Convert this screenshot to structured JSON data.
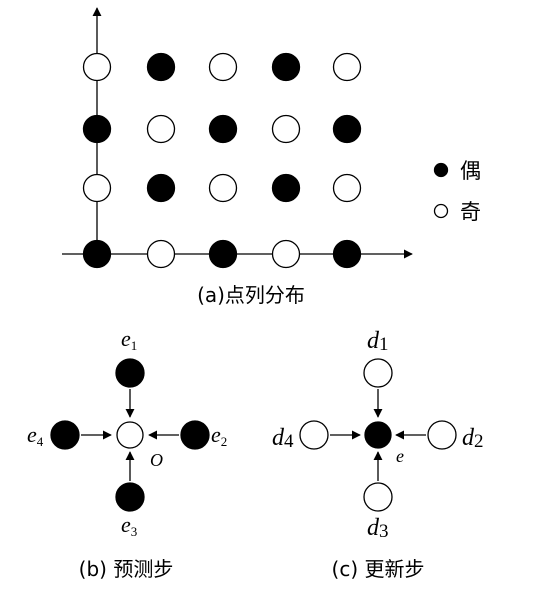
{
  "panel_a": {
    "rows": [
      [
        "odd",
        "even",
        "odd",
        "even",
        "odd"
      ],
      [
        "even",
        "odd",
        "even",
        "odd",
        "even"
      ],
      [
        "odd",
        "even",
        "odd",
        "even",
        "odd"
      ],
      [
        "even",
        "odd",
        "even",
        "odd",
        "even"
      ]
    ],
    "legend": [
      {
        "key": "even",
        "label": "偶"
      },
      {
        "key": "odd",
        "label": "奇"
      }
    ],
    "caption": "(a)点列分布"
  },
  "panel_b": {
    "caption": "(b) 预测步",
    "center": {
      "type": "odd",
      "label": "O"
    },
    "neighbors": {
      "top": {
        "type": "even",
        "label": "e",
        "sub": "1"
      },
      "right": {
        "type": "even",
        "label": "e",
        "sub": "2"
      },
      "bottom": {
        "type": "even",
        "label": "e",
        "sub": "3"
      },
      "left": {
        "type": "even",
        "label": "e",
        "sub": "4"
      }
    }
  },
  "panel_c": {
    "caption": "(c) 更新步",
    "center": {
      "type": "even",
      "label": "e"
    },
    "neighbors": {
      "top": {
        "type": "odd",
        "label": "d",
        "sub": "1"
      },
      "right": {
        "type": "odd",
        "label": "d",
        "sub": "2"
      },
      "bottom": {
        "type": "odd",
        "label": "d",
        "sub": "3"
      },
      "left": {
        "type": "odd",
        "label": "d",
        "sub": "4"
      }
    }
  },
  "colors": {
    "even": "#000000",
    "odd": "#ffffff",
    "stroke": "#000000"
  }
}
